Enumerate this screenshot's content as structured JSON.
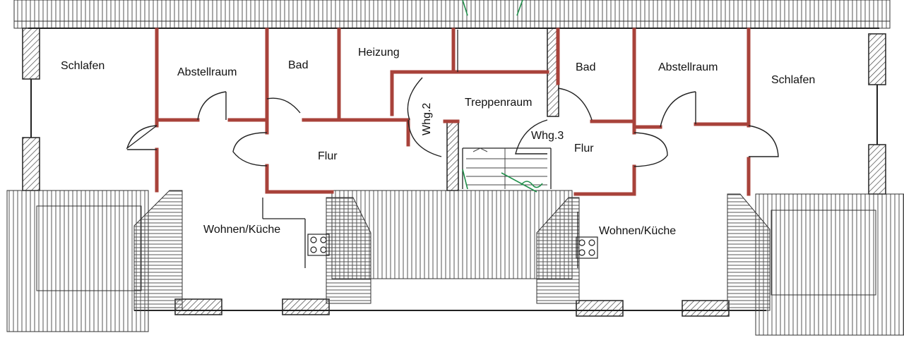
{
  "labels": {
    "schlafen_left": "Schlafen",
    "abstellraum_left": "Abstellraum",
    "bad_left": "Bad",
    "heizung": "Heizung",
    "treppenraum": "Treppenraum",
    "bad_right": "Bad",
    "abstellraum_right": "Abstellraum",
    "schlafen_right": "Schlafen",
    "flur_left": "Flur",
    "whg2": "Whg.2",
    "whg3": "Whg.3",
    "flur_right": "Flur",
    "wohnen_left": "Wohnen/Küche",
    "wohnen_right": "Wohnen/Küche"
  },
  "colors": {
    "interior_wall": "#a8423a",
    "exterior_wall": "#222222",
    "hatch": "#444444",
    "stair_mark": "#1f8f4a"
  }
}
